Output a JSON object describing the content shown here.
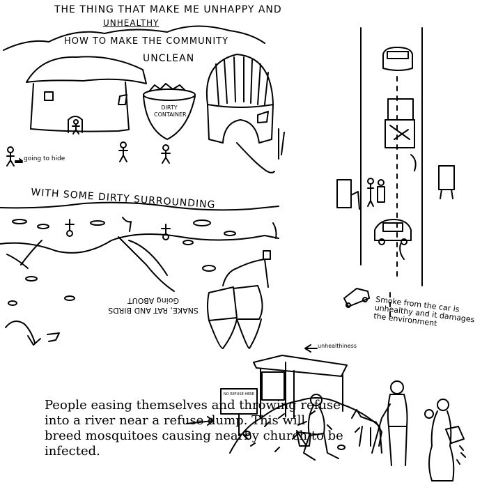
{
  "title": {
    "line1": "THE THING THAT MAKE ME UNHAPPY AND",
    "line2": "UNHEALTHY"
  },
  "community": {
    "heading": "HOW TO MAKE THE COMMUNITY",
    "heading2": "UNCLEAN",
    "bin_label": "DIRTY CONTAINER",
    "hide_label": "going to hide"
  },
  "surroundings": {
    "heading": "WITH SOME DIRTY SURROUNDING",
    "upside_down_caption": "SNAKE, RAT AND BIRDS Going ABOUT"
  },
  "road": {
    "caption": "Smoke from the car is unhealthy and it damages the environment"
  },
  "dump": {
    "label": "unhealthiness",
    "sign_text": "NO REFUSE HERE",
    "caption": "People easing themselves and throwing refuse into a river near a refuse dump. This will breed mosquitoes causing nearby church to be infected."
  }
}
